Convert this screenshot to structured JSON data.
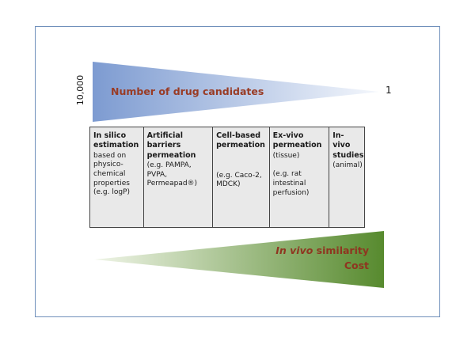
{
  "colors": {
    "frame_border": "#7090bb",
    "blue_start": "#7d9bd1",
    "blue_end": "#f4f7fc",
    "green_start": "#f0f5e8",
    "green_end": "#578a2e",
    "heading_text": "#993b24",
    "table_bg": "#e9e9e9"
  },
  "top_funnel": {
    "left_value": "10,000",
    "label": "Number of drug candidates",
    "right_value": "1"
  },
  "table": {
    "columns": [
      {
        "title": "In silico estimation",
        "detail_top": "based on physico-chemical properties (e.g. logP)",
        "detail_bottom": ""
      },
      {
        "title": "Artificial barriers permeation",
        "detail_top": "(e.g. PAMPA, PVPA, Permeapad®)",
        "detail_bottom": ""
      },
      {
        "title": "Cell-based permeation",
        "detail_top": "",
        "detail_bottom": "(e.g. Caco-2, MDCK)"
      },
      {
        "title": "Ex-vivo permeation",
        "detail_top": "(tissue)",
        "detail_bottom": "(e.g. rat intestinal perfusion)"
      },
      {
        "title": "In-vivo studies",
        "detail_top": "(animal)",
        "detail_bottom": ""
      }
    ]
  },
  "bottom_funnel": {
    "label_italic": "In vivo",
    "label_rest": " similarity",
    "label_cost": "Cost"
  }
}
